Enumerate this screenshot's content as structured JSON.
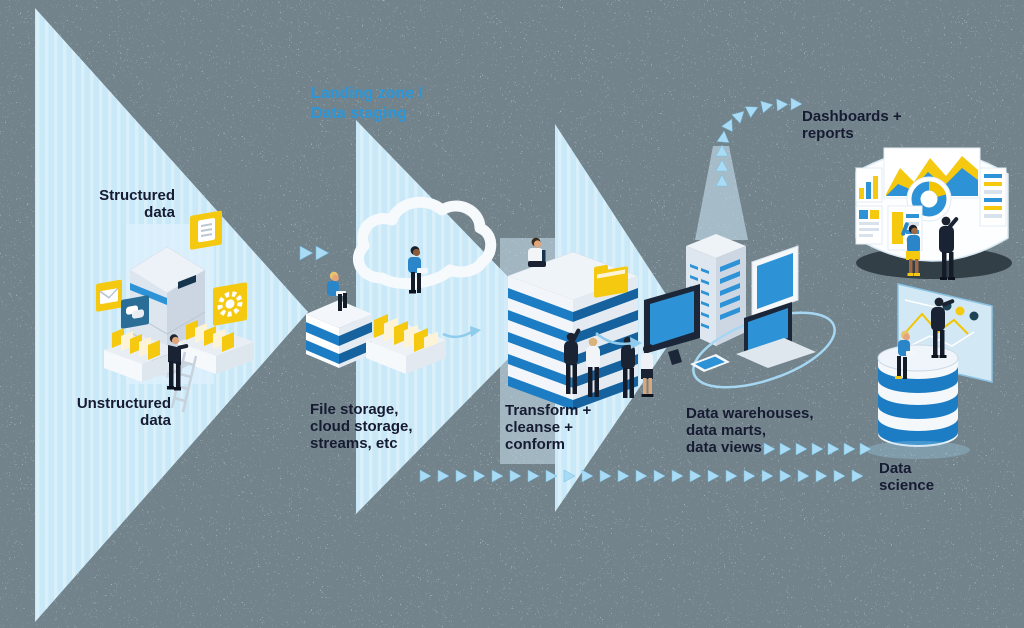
{
  "title": {
    "text": "Landing zone /\nData staging"
  },
  "stages": {
    "sources": {
      "structured": "Structured\ndata",
      "unstructured": "Unstructured\ndata"
    },
    "landing": {
      "caption": "File storage,\ncloud storage,\nstreams, etc"
    },
    "transform": {
      "caption": "Transform +\ncleanse +\nconform"
    },
    "warehouse": {
      "caption": "Data warehouses,\ndata marts,\ndata views"
    },
    "dashboards": {
      "caption": "Dashboards +\nreports"
    },
    "data_science": {
      "caption": "Data\nscience"
    }
  },
  "icons": {
    "sources": [
      "server-cabinet",
      "document-icon",
      "envelope-icon",
      "chat-bubble-icon",
      "gear-icon",
      "file-drawer"
    ],
    "landing": [
      "cloud-icon",
      "storage-box",
      "folder-tray"
    ],
    "transform": [
      "server-stack",
      "folder-icon"
    ],
    "warehouse": [
      "server-tower",
      "monitor",
      "tablet",
      "laptop",
      "phone"
    ],
    "dashboards": [
      "dashboard-wall",
      "area-chart",
      "donut-chart",
      "bar-panels"
    ],
    "data_science": [
      "database-cylinder",
      "analytics-screen"
    ]
  },
  "colors": {
    "bg-dark": "#2c3a42",
    "bg-light": "#5e6f77",
    "triangle-blue": "#c9e8f8",
    "title-blue": "#2a97da",
    "text-navy": "#161b32",
    "chevron-blue": "#a9dbf5",
    "brand-blue": "#1d7dc4",
    "screen-blue": "#2e93d6",
    "accent-yellow": "#f5c90f",
    "suit-navy": "#1a2334"
  }
}
